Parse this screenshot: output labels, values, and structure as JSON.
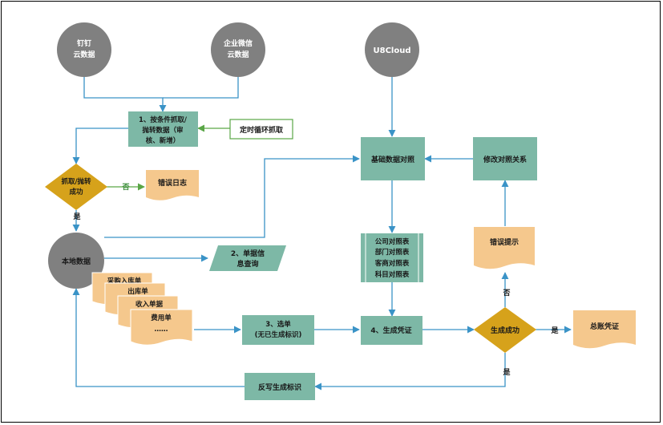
{
  "nodes": {
    "ding_cloud": [
      "钉钉",
      "云数据"
    ],
    "wechat_cloud": [
      "企业微信",
      "云数据"
    ],
    "u8cloud": "U8Cloud",
    "fetch_step": [
      "1、按条件抓取/",
      "抛转数据（审",
      "核、新增）"
    ],
    "timer": "定时循环抓取",
    "decision_fetch": [
      "抓取/抛转",
      "成功"
    ],
    "error_log": "错误日志",
    "local_data": "本地数据",
    "doc_query": [
      "2、单据信",
      "息查询"
    ],
    "doc_purchase_in": "采购入库单",
    "doc_out": "出库单",
    "doc_receipt": "收入单据",
    "doc_expense": "费用单",
    "doc_more": "……",
    "select_docs": [
      "3、选单",
      "(无已生成标识)"
    ],
    "gen_voucher": "4、生成凭证",
    "decision_gen": "生成成功",
    "gl_voucher": "总账凭证",
    "writeback": "反写生成标识",
    "base_mapping": "基础数据对照",
    "fix_mapping": "修改对照关系",
    "mapping_tables": [
      "公司对照表",
      "部门对照表",
      "客商对照表",
      "科目对照表"
    ],
    "error_tip": "错误提示"
  },
  "edge_labels": {
    "no": "否",
    "yes": "是"
  },
  "colors": {
    "gray_circle": "#808080",
    "teal_box": "#7db8a6",
    "diamond": "#d6a21b",
    "doc_orange": "#f5c88d",
    "arrow": "#3a93c7",
    "timer_border": "#5aa646",
    "green_text": "#3f8f3f"
  }
}
